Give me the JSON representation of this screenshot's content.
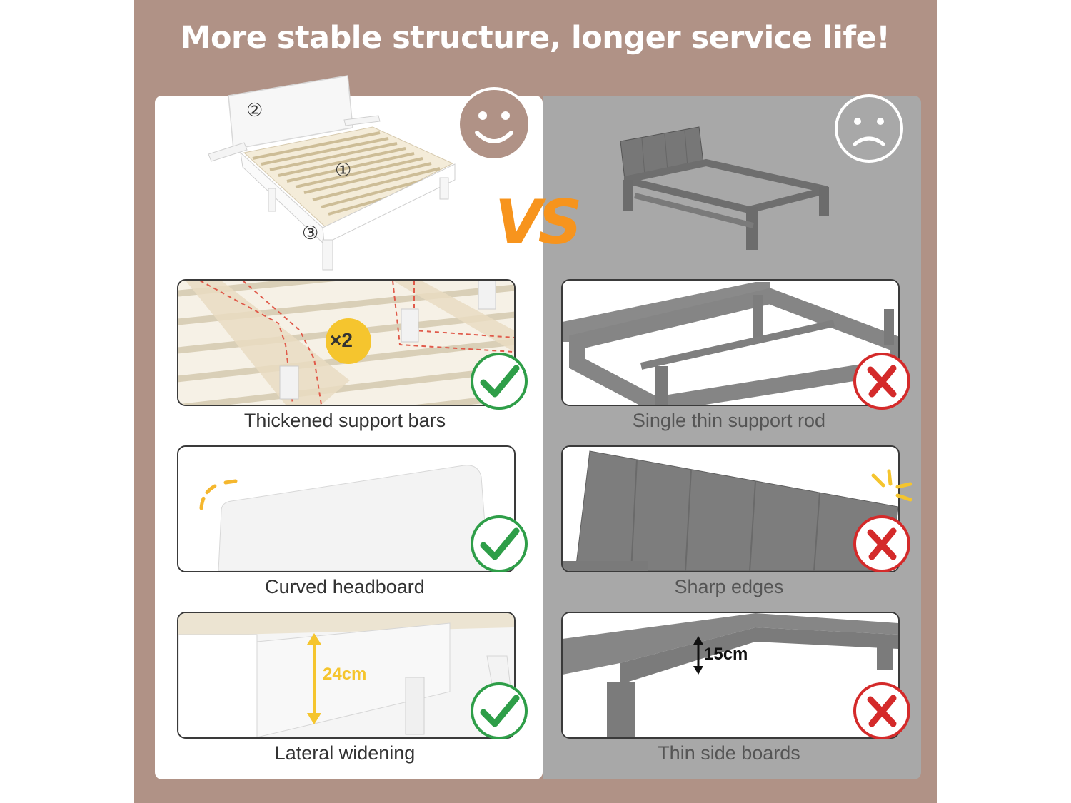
{
  "headline": "More stable structure, longer service life!",
  "vs_label": "VS",
  "hero_left": {
    "markers": [
      "①",
      "②",
      "③"
    ]
  },
  "left_features": [
    {
      "caption": "Thickened support bars",
      "badge": "×2"
    },
    {
      "caption": "Curved headboard"
    },
    {
      "caption": "Lateral widening",
      "measure": "24cm"
    }
  ],
  "right_features": [
    {
      "caption": "Single thin support rod"
    },
    {
      "caption": "Sharp edges"
    },
    {
      "caption": "Thin side boards",
      "measure": "15cm"
    }
  ],
  "colors": {
    "background": "#b09286",
    "accent_orange": "#f7941d",
    "check_green": "#2e9e48",
    "cross_red": "#d42a2a",
    "yellow": "#f5c52e"
  },
  "icons": {
    "good_face": "happy-face-icon",
    "bad_face": "sad-face-icon",
    "check": "check-icon",
    "cross": "cross-icon"
  }
}
